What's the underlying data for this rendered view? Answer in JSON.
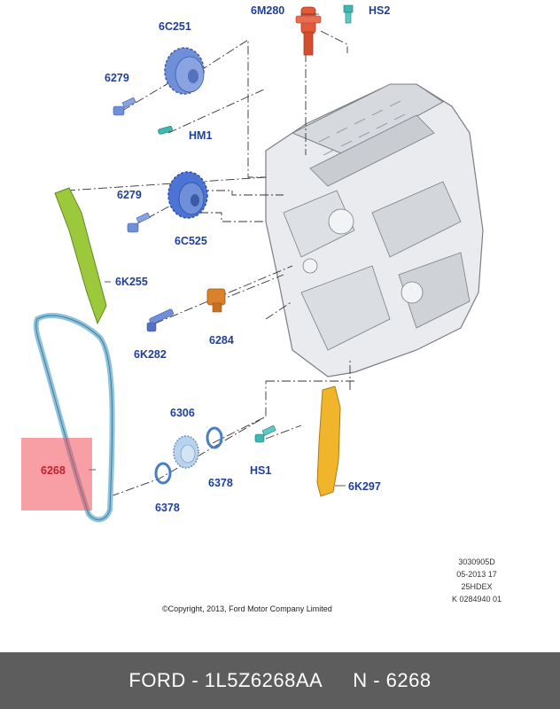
{
  "labels": {
    "6M280": "6M280",
    "HS2": "HS2",
    "6C251": "6C251",
    "6279_top": "6279",
    "HM1": "HM1",
    "6279_mid": "6279",
    "6C525": "6C525",
    "6K255": "6K255",
    "6284": "6284",
    "6K282": "6K282",
    "6306": "6306",
    "6268": "6268",
    "6378_right": "6378",
    "6378_left": "6378",
    "HS1": "HS1",
    "6K297": "6K297"
  },
  "meta": {
    "line1": "3030905D",
    "line2": "05-2013 17",
    "line3": "25HDEX",
    "line4": "K 0284940 01"
  },
  "copyright": "©Copyright, 2013, Ford Motor Company Limited",
  "footer": {
    "brand_part": "FORD - 1L5Z6268AA",
    "ref": "N - 6268"
  },
  "colors": {
    "label_blue": "#1f3f9c",
    "highlight": "#f0505a",
    "footer_bg": "#5d5d5d",
    "chain": "#8ec3dd",
    "guide_green": "#9cc83c",
    "guide_yellow": "#f0b52a",
    "sprocket": "#6f8fd8",
    "solenoid_red": "#e25a3a",
    "sensor_orange": "#d9822b"
  }
}
